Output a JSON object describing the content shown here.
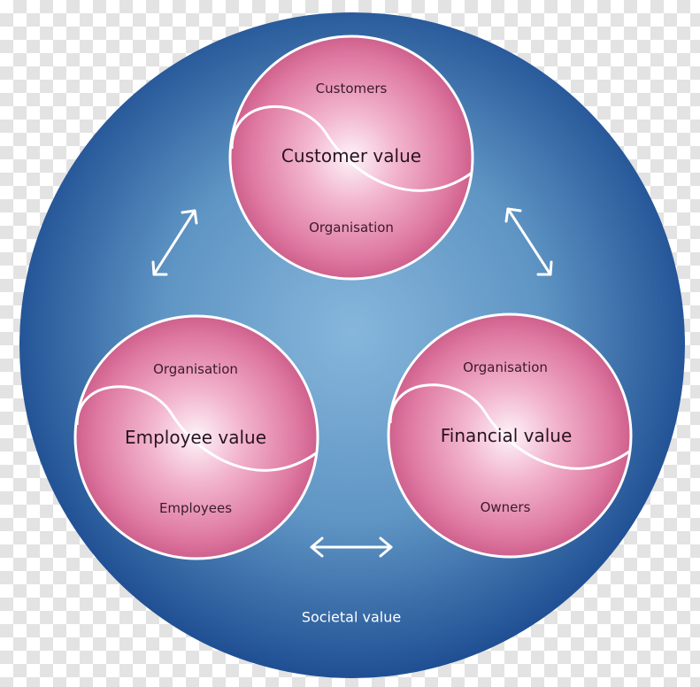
{
  "outer": {
    "label": "Societal value"
  },
  "circles": {
    "customer": {
      "title": "Customer value",
      "top": "Customers",
      "bottom": "Organisation"
    },
    "employee": {
      "title": "Employee value",
      "top": "Organisation",
      "bottom": "Employees"
    },
    "financial": {
      "title": "Financial value",
      "top": "Organisation",
      "bottom": "Owners"
    }
  },
  "colors": {
    "outer_edge": "#1f4f93",
    "outer_center": "#7fb0d6",
    "sphere_light": "#fdf0f6",
    "sphere_mid": "#e58ab0",
    "sphere_dark": "#c24a79",
    "lines": "#ffffff"
  }
}
